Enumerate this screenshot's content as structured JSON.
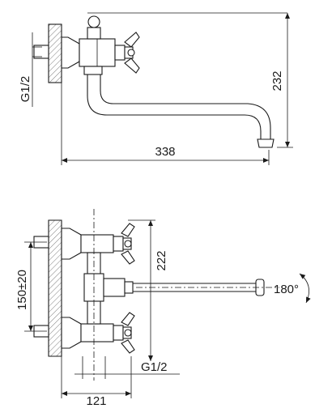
{
  "dimensions": {
    "side_height": "232",
    "side_reach": "338",
    "side_thread": "G1/2",
    "front_height": "222",
    "front_spacing": "150±20",
    "front_thread": "G1/2",
    "front_depth": "121",
    "swivel_angle": "180°"
  },
  "colors": {
    "line": "#1a1a1a",
    "background": "#ffffff"
  }
}
